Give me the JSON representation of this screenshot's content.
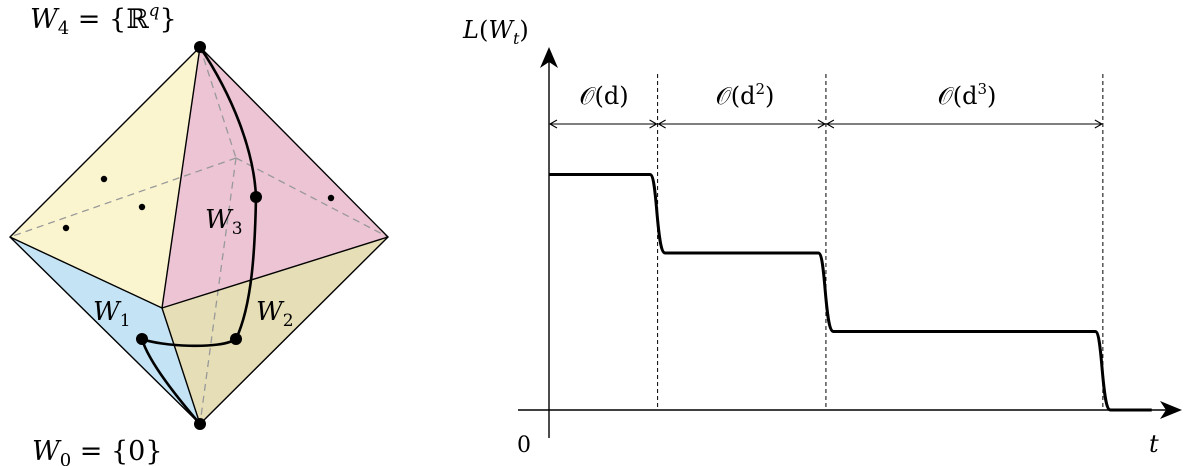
{
  "diagram": {
    "top_vertex": {
      "var": "W",
      "sub": "4",
      "rel": " = {",
      "set": "ℝ",
      "sup": "q",
      "close": "}"
    },
    "bottom_vertex": {
      "var": "W",
      "sub": "0",
      "rel": " = {0}"
    },
    "path_labels": [
      {
        "var": "W",
        "sub": "1"
      },
      {
        "var": "W",
        "sub": "2"
      },
      {
        "var": "W",
        "sub": "3"
      }
    ],
    "face_colors": {
      "yellow": "#fbf5cf",
      "pink": "#ecc4d3",
      "blue": "#c4e4f5",
      "olive": "#e6deb7"
    }
  },
  "loss_plot": {
    "y_label": {
      "prefix": "L(",
      "var": "W",
      "sub": "t",
      "suffix": ")"
    },
    "x_label": "t",
    "origin_label": "0",
    "intervals": [
      {
        "label": "𝒪(d)",
        "base": "𝒪(d",
        "sup": "",
        "close": ")"
      },
      {
        "label": "𝒪(d²)",
        "base": "𝒪(d",
        "sup": "2",
        "close": ")"
      },
      {
        "label": "𝒪(d³)",
        "base": "𝒪(d",
        "sup": "3",
        "close": ")"
      }
    ]
  },
  "chart_data": {
    "type": "line",
    "xlabel": "t",
    "ylabel": "L(W_t)",
    "x_ticks": [
      "0"
    ],
    "plateaus": [
      {
        "start": 0,
        "end": 1,
        "level": 3
      },
      {
        "start": 1,
        "end": 2.55,
        "level": 2
      },
      {
        "start": 2.55,
        "end": 5.1,
        "level": 1
      },
      {
        "start": 5.1,
        "end": 5.55,
        "level": 0
      }
    ],
    "transitions": [
      1,
      2.55,
      5.1
    ],
    "series": [
      {
        "x": [
          0,
          0.93,
          1.0,
          1.07,
          2.48,
          2.55,
          2.62,
          5.03,
          5.1,
          5.17,
          5.55
        ],
        "y": [
          3,
          3,
          2.5,
          2,
          2,
          1.5,
          1,
          1,
          0.5,
          0,
          0
        ]
      }
    ]
  }
}
